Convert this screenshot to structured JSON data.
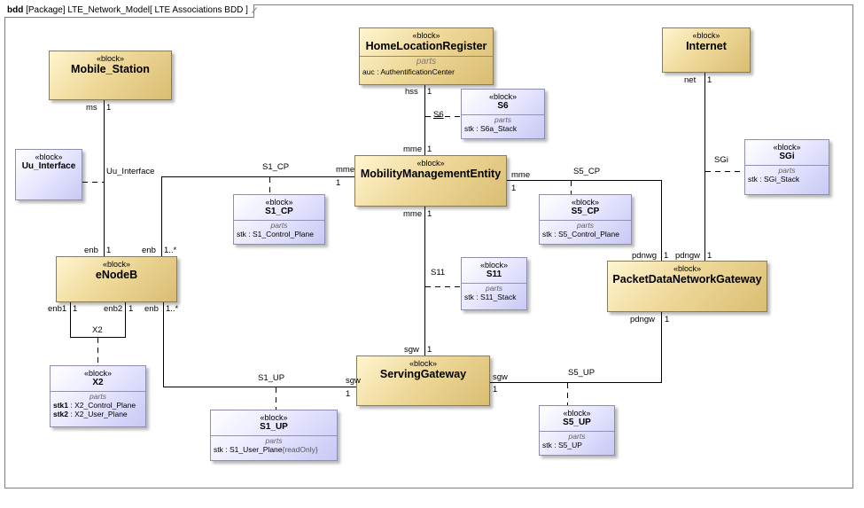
{
  "diagram": {
    "frame_kind": "bdd",
    "frame_title": "[Package] LTE_Network_Model[ LTE Associations BDD ]"
  },
  "stereotype": "«block»",
  "parts_label": "parts",
  "blocks": {
    "mobile_station": {
      "name": "Mobile_Station"
    },
    "hlr": {
      "name": "HomeLocationRegister",
      "part_name": "auc",
      "part_type": "AuthentificationCenter"
    },
    "internet": {
      "name": "Internet"
    },
    "mme": {
      "name": "MobilityManagementEntity"
    },
    "enodeb": {
      "name": "eNodeB"
    },
    "pdngw": {
      "name": "PacketDataNetworkGateway"
    },
    "sgw": {
      "name": "ServingGateway"
    },
    "uu_interface": {
      "name": "Uu_Interface"
    },
    "s6": {
      "name": "S6",
      "part_name": "stk",
      "part_type": "S6a_Stack"
    },
    "s1_cp": {
      "name": "S1_CP",
      "part_name": "stk",
      "part_type": "S1_Control_Plane"
    },
    "s5_cp": {
      "name": "S5_CP",
      "part_name": "stk",
      "part_type": "S5_Control_Plane"
    },
    "sgi": {
      "name": "SGi",
      "part_name": "stk",
      "part_type": "SGi_Stack"
    },
    "s11": {
      "name": "S11",
      "part_name": "stk",
      "part_type": "S11_Stack"
    },
    "x2": {
      "name": "X2",
      "part1_name": "stk1",
      "part1_type": "X2_Control_Plane",
      "part2_name": "stk2",
      "part2_type": "X2_User_Plane"
    },
    "s1_up": {
      "name": "S1_UP",
      "part_name": "stk",
      "part_type": "S1_User_Plane",
      "modifier": "{readOnly}"
    },
    "s5_up": {
      "name": "S5_UP",
      "part_name": "stk",
      "part_type": "S5_UP"
    }
  },
  "labels": {
    "ms": "ms",
    "ms_mult": "1",
    "uu_name": "Uu_Interface",
    "enb_top": "enb",
    "enb_top_mult": "1",
    "enb_cp": "enb",
    "enb_cp_mult": "1..*",
    "s1cp_name": "S1_CP",
    "mme_s1": "mme",
    "mme_s1_mult": "1",
    "hss": "hss",
    "hss_mult": "1",
    "s6_name": "S6",
    "mme_s6": "mme",
    "mme_s6_mult": "1",
    "mme_s5": "mme",
    "mme_s5_mult": "1",
    "s5cp_name": "S5_CP",
    "pdnwg": "pdnwg",
    "pdnwg_mult": "1",
    "net": "net",
    "net_mult": "1",
    "sgi_name": "SGi",
    "pdngw_top": "pdngw",
    "pdngw_top_mult": "1",
    "mme_s11": "mme",
    "mme_s11_mult": "1",
    "s11_name": "S11",
    "sgw_s11": "sgw",
    "sgw_s11_mult": "1",
    "enb1": "enb1",
    "enb1_mult": "1",
    "enb2": "enb2",
    "enb2_mult": "1",
    "x2_name": "X2",
    "enb_up": "enb",
    "enb_up_mult": "1..*",
    "s1up_name": "S1_UP",
    "sgw_s1": "sgw",
    "sgw_s1_mult": "1",
    "sgw_s5": "sgw",
    "sgw_s5_mult": "1",
    "s5up_name": "S5_UP",
    "pdngw_bot": "pdngw",
    "pdngw_bot_mult": "1"
  }
}
